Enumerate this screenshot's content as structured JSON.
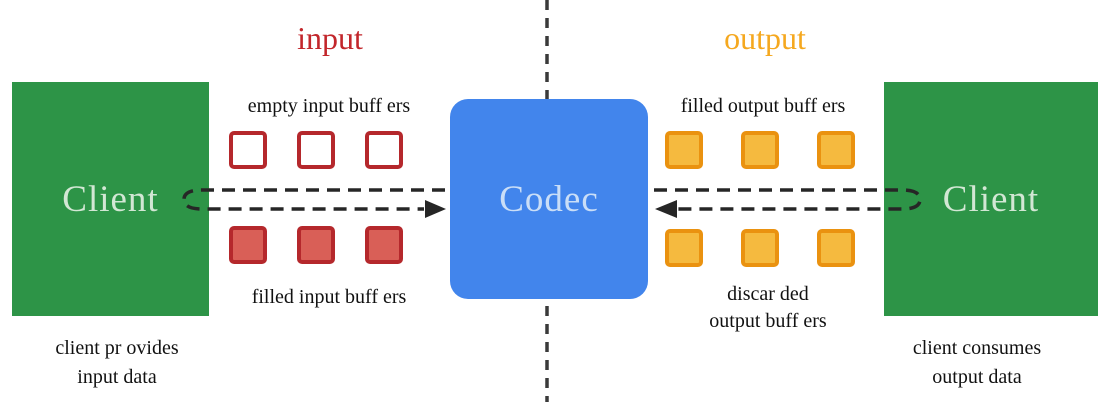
{
  "diagram": {
    "input_section_label": "input",
    "output_section_label": "output",
    "codec_label": "Codec",
    "left_client": {
      "label": "Client",
      "caption_line1": "client pr ovides",
      "caption_line2": "input data"
    },
    "right_client": {
      "label": "Client",
      "caption_line1": "client consumes",
      "caption_line2": "output data"
    },
    "input_buffers": {
      "empty_caption": "empty input buff ers",
      "filled_caption": "filled input buff ers",
      "empty_count": 3,
      "filled_count": 3
    },
    "output_buffers": {
      "filled_caption": "filled output buff ers",
      "discarded_caption_line1": "discar ded",
      "discarded_caption_line2": "output buff ers",
      "filled_count": 3,
      "discarded_count": 3
    }
  },
  "colors": {
    "green": "#2d9447",
    "client_text": "#d2e7d4",
    "blue": "#4285ec",
    "codec_text": "#cadef7",
    "red": "#c2262b",
    "red_border": "#b5282c",
    "red_fill": "#d95f57",
    "orange": "#f5a81f",
    "orange_border": "#ea9210",
    "orange_fill": "#f5ba3f",
    "line": "#2e2e2e"
  }
}
